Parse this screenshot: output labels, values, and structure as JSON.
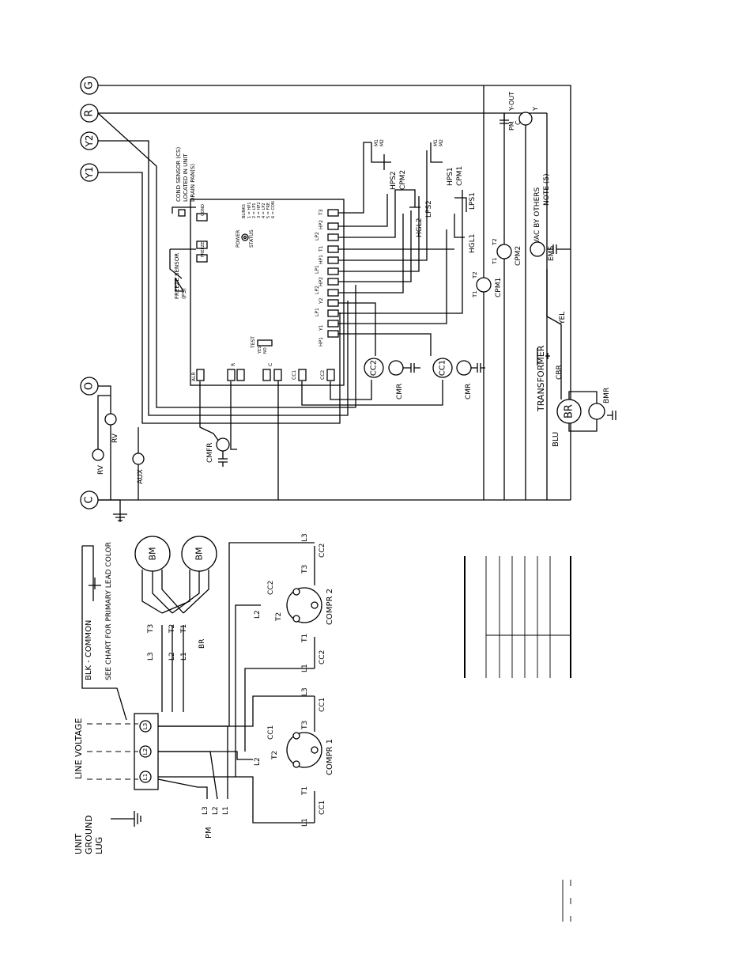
{
  "terminals": {
    "g": "G",
    "r": "R",
    "y2": "Y2",
    "y1": "Y1",
    "o": "O",
    "c": "C"
  },
  "control": {
    "cond_sensor_1": "COND SENSOR (CS)",
    "cond_sensor_2": "LOCATED IN UNIT",
    "cond_sensor_3": "DRAIN PAN(S)",
    "freeze_sensor_1": "FREEZE SENSOR",
    "freeze_sensor_2": "(FS)",
    "cond_pin": "COND",
    "freeze_pin": "FREEZE",
    "power": "POWER",
    "status": "STATUS",
    "blinks_title": "BLINKS",
    "blinks": [
      "1 = HP1",
      "2 = LP1",
      "3 = HP2",
      "4 = LP2",
      "5 = FRE",
      "6 = CON"
    ],
    "test": "TEST",
    "test_yes": "YES",
    "test_no": "NO",
    "board_labels": [
      "ALR",
      "R",
      "C",
      "CC1",
      "CC2",
      "HP1",
      "Y1",
      "LP1",
      "Y2",
      "LP2",
      "HP2",
      "LP1",
      "HP1",
      "T1",
      "LP2",
      "HP2",
      "T3"
    ]
  },
  "components": {
    "cmfr": "CMFR",
    "cmr": "CMR",
    "cc1": "CC1",
    "cc2": "CC2",
    "rv": "RV",
    "aux": "AUX",
    "hps1": "HPS1",
    "hps2": "HPS2",
    "cpm1": "CPM1",
    "cpm2": "CPM2",
    "hgl1": "HGL1",
    "hgl2": "HGL2",
    "lps1": "LPS1",
    "lps2": "LPS2",
    "m1": "M1",
    "m2": "M2",
    "t1": "T1",
    "t2": "T2",
    "pm": "PM",
    "c": "C",
    "y": "Y",
    "y_out": "Y-OUT",
    "vac_note_1": "24VAC BY OTHERS",
    "vac_note_2": "NOTE (5)",
    "ems": "EMS",
    "yel": "YEL",
    "transformer": "TRANSFORMER",
    "cbr": "CBR",
    "blu": "BLU",
    "br": "BR",
    "bmr": "BMR"
  },
  "power": {
    "unit_ground_1": "UNIT",
    "unit_ground_2": "GROUND",
    "unit_ground_3": "LUG",
    "line_voltage": "LINE VOLTAGE",
    "blk_common": "BLK - COMMON",
    "see_chart": "SEE CHART FOR PRIMARY LEAD COLOR",
    "l1": "L1",
    "l2": "L2",
    "l3": "L3",
    "t1": "T1",
    "t2": "T2",
    "t3": "T3",
    "bm": "BM",
    "br": "BR",
    "pm": "PM",
    "cc1": "CC1",
    "cc2": "CC2",
    "compr1": "COMPR 1",
    "compr2": "COMPR 2"
  }
}
